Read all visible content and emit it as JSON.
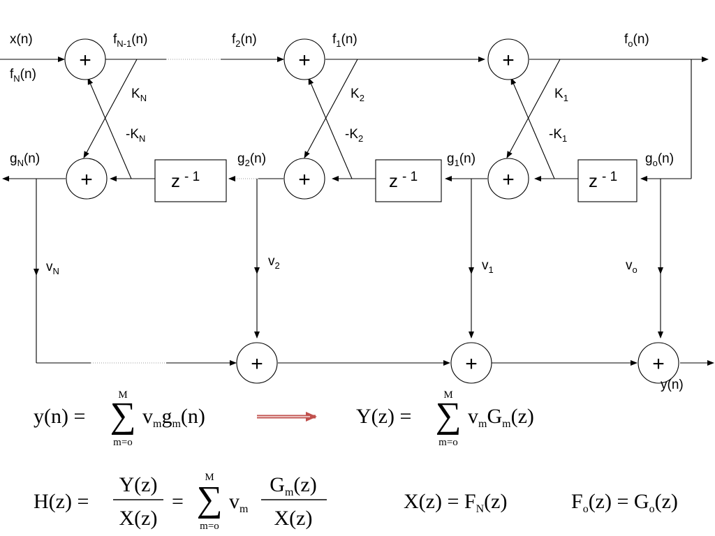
{
  "colors": {
    "ink": "#000000",
    "arrow_red": "#c0504d"
  },
  "labels": {
    "x_n": "x(n)",
    "fN_n": {
      "main": "f",
      "sub": "N",
      "tail": "(n)"
    },
    "fN1_n": {
      "main": "f",
      "sub": "N-1",
      "tail": "(n)"
    },
    "f2_n": {
      "main": "f",
      "sub": "2",
      "tail": "(n)"
    },
    "f1_n": {
      "main": "f",
      "sub": "1",
      "tail": "(n)"
    },
    "fo_n": {
      "main": "f",
      "sub": "o",
      "tail": "(n)"
    },
    "gN_n": {
      "main": "g",
      "sub": "N",
      "tail": "(n)"
    },
    "g2_n": {
      "main": "g",
      "sub": "2",
      "tail": "(n)"
    },
    "g1_n": {
      "main": "g",
      "sub": "1",
      "tail": "(n)"
    },
    "go_n": {
      "main": "g",
      "sub": "o",
      "tail": "(n)"
    },
    "KN": {
      "main": "K",
      "sub": "N"
    },
    "neg_KN": {
      "main": "-K",
      "sub": "N"
    },
    "K2": {
      "main": "K",
      "sub": "2"
    },
    "neg_K2": {
      "main": "-K",
      "sub": "2"
    },
    "K1": {
      "main": "K",
      "sub": "1"
    },
    "neg_K1": {
      "main": "-K",
      "sub": "1"
    },
    "vN": {
      "main": "v",
      "sub": "N"
    },
    "v2": {
      "main": "v",
      "sub": "2"
    },
    "v1": {
      "main": "v",
      "sub": "1"
    },
    "vo": {
      "main": "v",
      "sub": "o"
    },
    "y_n": "y(n)",
    "plus": "+",
    "delay": {
      "main": "z",
      "sup": "- 1"
    }
  },
  "equations": {
    "eq1": {
      "lhs": "y(n) =",
      "sum_top": "M",
      "sum_bottom": "m=o",
      "sigma": "∑",
      "term1": "v",
      "term1_sub": "m",
      "term2": "g",
      "term2_sub": "m",
      "term_tail": "(n)"
    },
    "eq2": {
      "lhs": "Y(z) =",
      "sum_top": "M",
      "sum_bottom": "m=o",
      "sigma": "∑",
      "term1": "v",
      "term1_sub": "m",
      "term2": "G",
      "term2_sub": "m",
      "term_tail": "(z)"
    },
    "eq3": {
      "lhs": "H(z) =",
      "frac1_num": "Y(z)",
      "frac1_den": "X(z)",
      "eq": "=",
      "sum_top": "M",
      "sum_bottom": "m=o",
      "sigma": "∑",
      "term1": "v",
      "term1_sub": "m",
      "frac2_num_main": "G",
      "frac2_num_sub": "m",
      "frac2_num_tail": "(z)",
      "frac2_den": "X(z)"
    },
    "eq4": {
      "lhs": "X(z) = F",
      "lhs_sub": "N",
      "lhs_tail": "(z)"
    },
    "eq5": {
      "a": "F",
      "a_sub": "o",
      "a_tail": "(z) = G",
      "b_sub": "o",
      "b_tail": "(z)"
    }
  }
}
